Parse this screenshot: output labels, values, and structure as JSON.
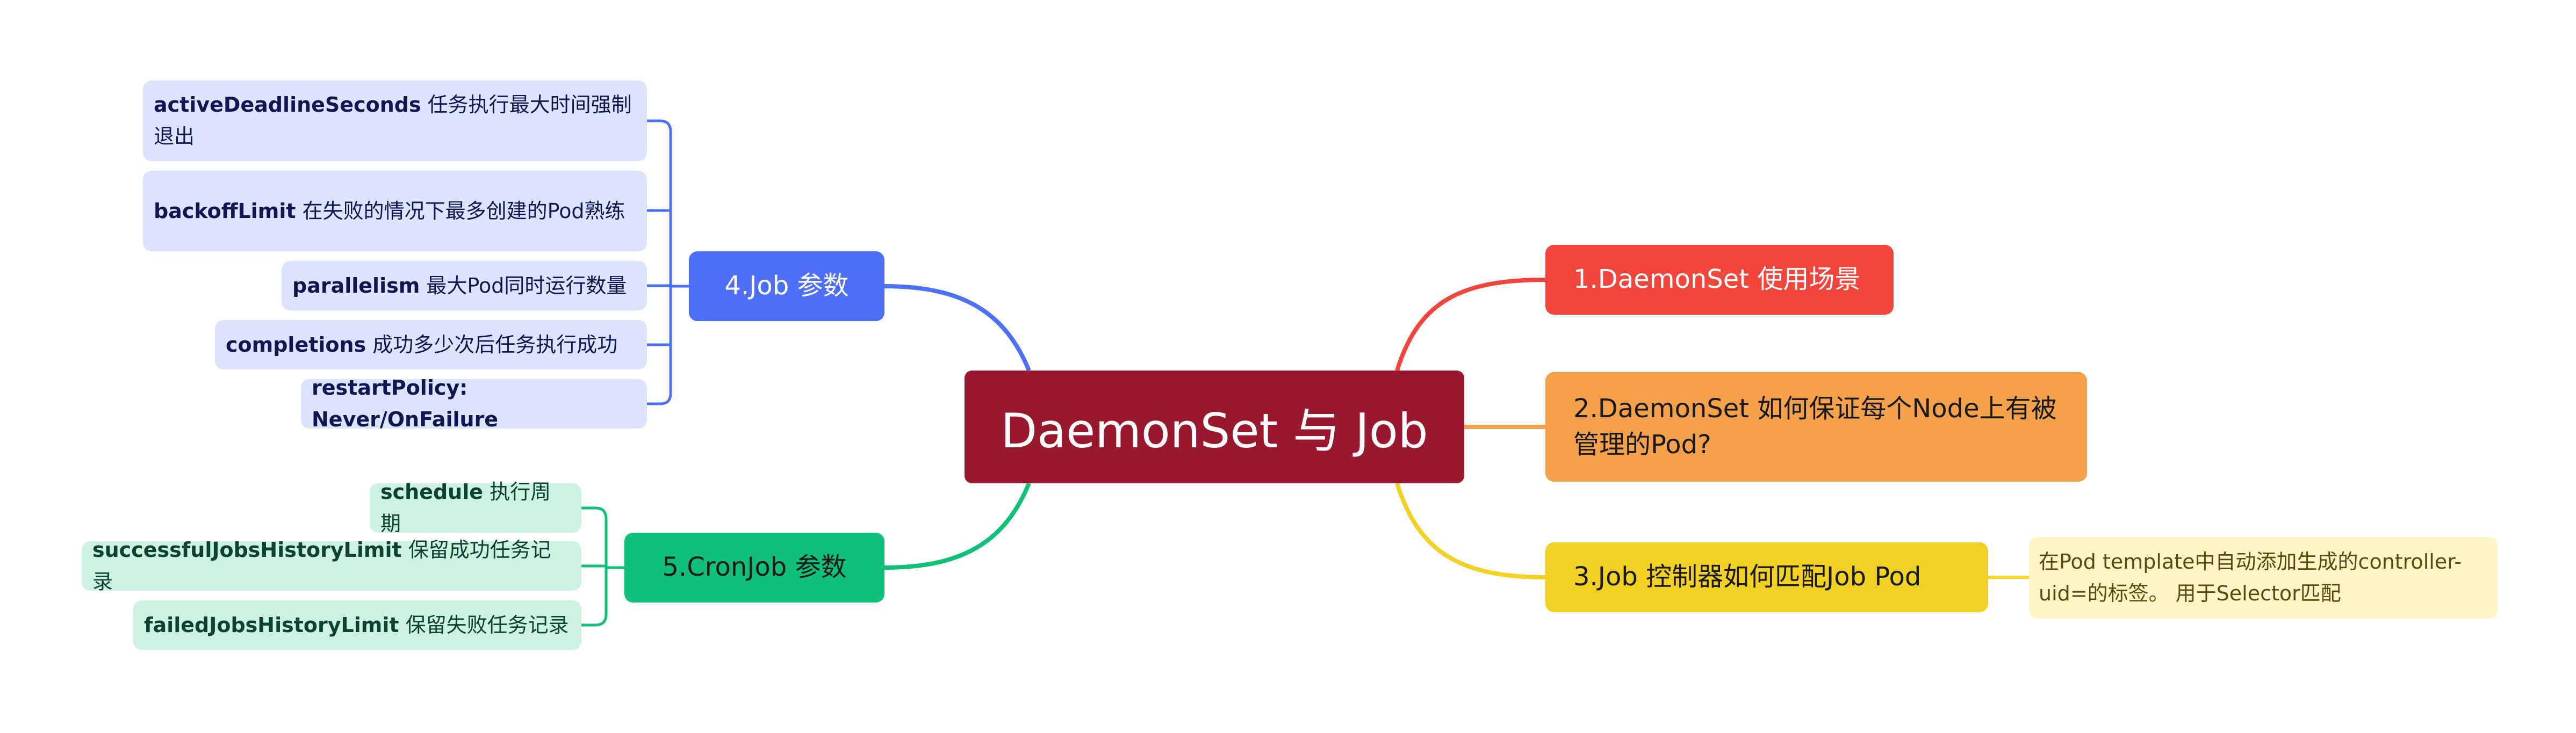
{
  "central": {
    "title": "DaemonSet 与 Job"
  },
  "branches": {
    "b1": {
      "label": "1.DaemonSet 使用场景",
      "color": "#f2453c"
    },
    "b2": {
      "label": "2.DaemonSet 如何保证每个Node上有被管理的Pod?",
      "color": "#f5a04b"
    },
    "b3": {
      "label": "3.Job 控制器如何匹配Job Pod",
      "color": "#f2d024",
      "note": "在Pod template中自动添加生成的controller-uid=的标签。 用于Selector匹配"
    },
    "b4": {
      "label": "4.Job 参数",
      "color": "#4d6ffa",
      "items": [
        {
          "key": "activeDeadlineSeconds",
          "text": " 任务执行最大时间强制退出"
        },
        {
          "key": "backoffLimit",
          "text": "  在失败的情况下最多创建的Pod熟练"
        },
        {
          "key": "parallelism",
          "text": " 最大Pod同时运行数量"
        },
        {
          "key": "completions",
          "text": " 成功多少次后任务执行成功"
        },
        {
          "key": "restartPolicy: Never/OnFailure",
          "text": ""
        }
      ]
    },
    "b5": {
      "label": "5.CronJob 参数",
      "color": "#10bf78",
      "items": [
        {
          "key": "schedule",
          "text": " 执行周期"
        },
        {
          "key": "successfulJobsHistoryLimit",
          "text": " 保留成功任务记录"
        },
        {
          "key": "failedJobsHistoryLimit",
          "text": " 保留失败任务记录"
        }
      ]
    }
  }
}
